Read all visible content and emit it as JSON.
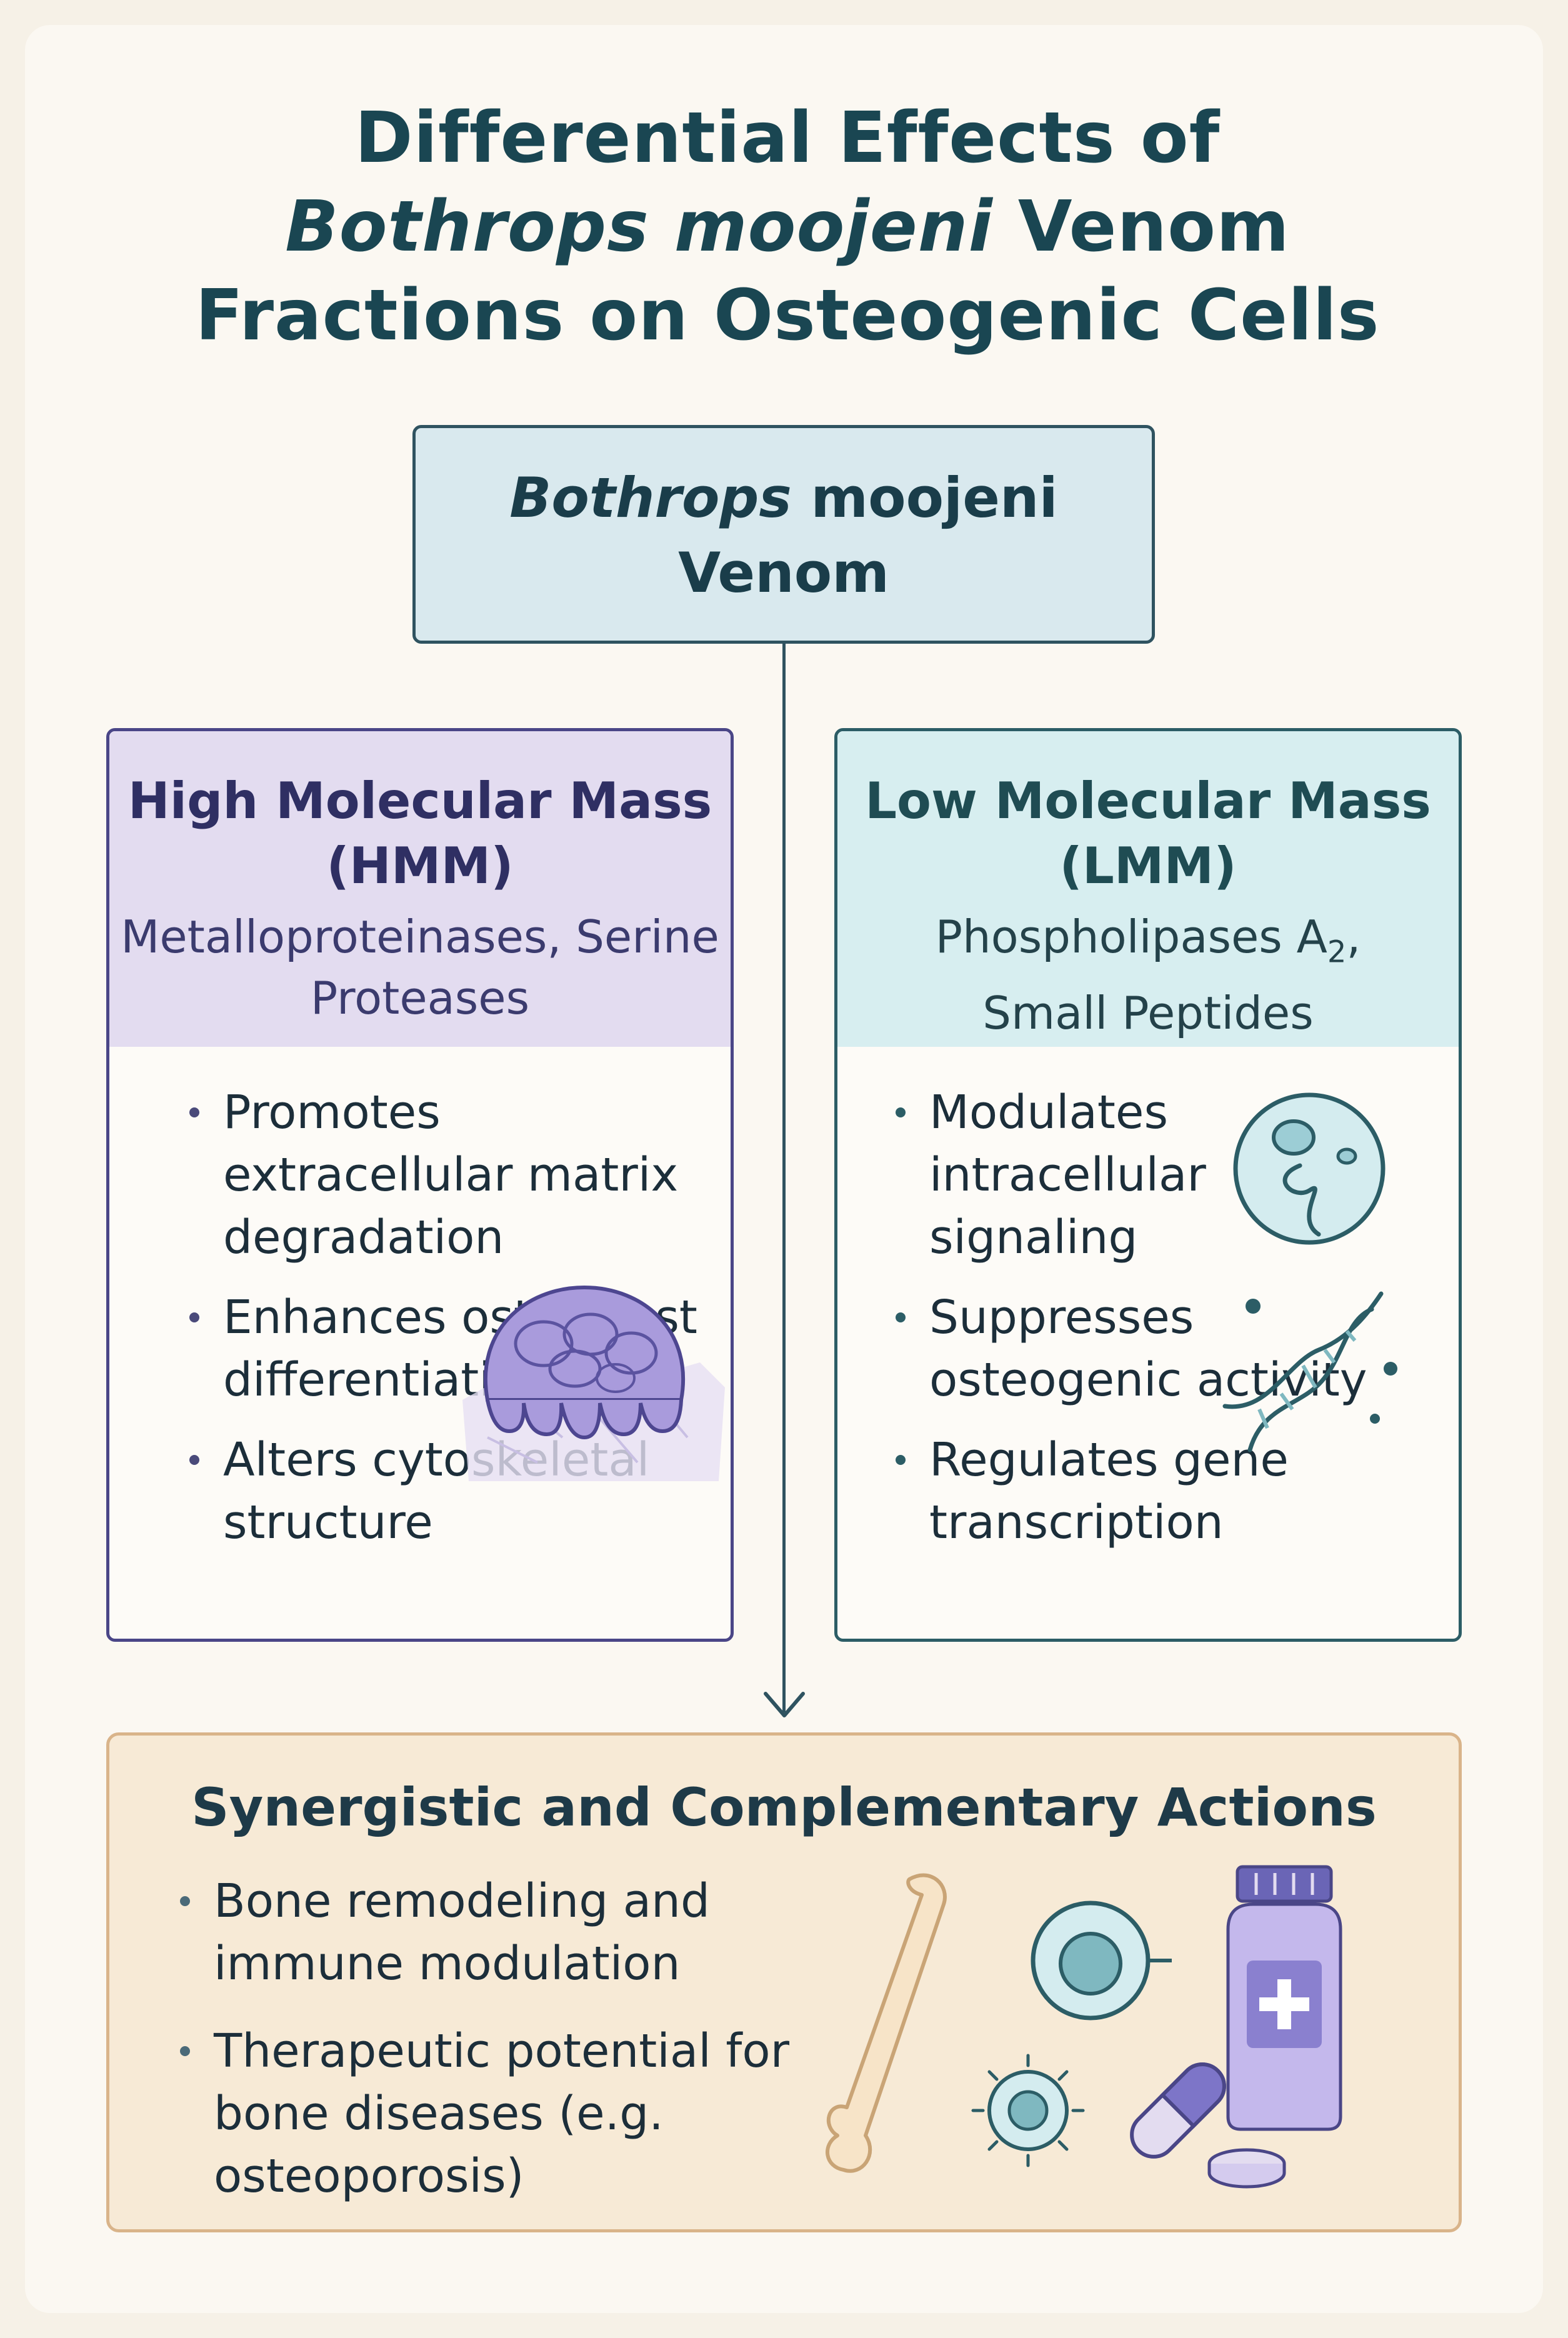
{
  "title": {
    "part1": "Differential Effects of ",
    "italic": "Bothrops moojeni",
    "part2": " Venom Fractions on Osteogenic Cells"
  },
  "source": {
    "italic": "Bothrops",
    "rest": " moojeni",
    "line2": "Venom"
  },
  "hmm": {
    "title": "High Molecular Mass (HMM)",
    "subtitle": "Metalloproteinases, Serine Proteases",
    "items": [
      "Promotes extracellular matrix degradation",
      "Enhances osteoclast differentiation",
      "Alters cytoskeletal structure"
    ]
  },
  "lmm": {
    "title": "Low Molecular Mass (LMM)",
    "subtitle_pre": "Phospholipases A",
    "subtitle_sub": "2",
    "subtitle_post": ",",
    "subtitle_line2": "Small Peptides",
    "items": [
      "Modulates intracellular signaling",
      "Suppresses osteogenic activity",
      "Regulates gene transcription"
    ]
  },
  "synergy": {
    "title": "Synergistic and Complementary Actions",
    "items": [
      "Bone remodeling and immune modulation",
      "Therapeutic potential for bone diseases (e.g. osteoporosis)"
    ]
  },
  "icons": [
    "osteoclast-icon",
    "cell-icon",
    "dna-icon",
    "bone-icon",
    "immune-cell-icon",
    "virus-icon",
    "medicine-bottle-icon",
    "capsule-icon",
    "tablet-icon"
  ],
  "colors": {
    "hmm_accent": "#4a4687",
    "lmm_accent": "#2c5d66",
    "synergy_border": "#d9b48a",
    "source_fill": "#d9e9ee"
  }
}
